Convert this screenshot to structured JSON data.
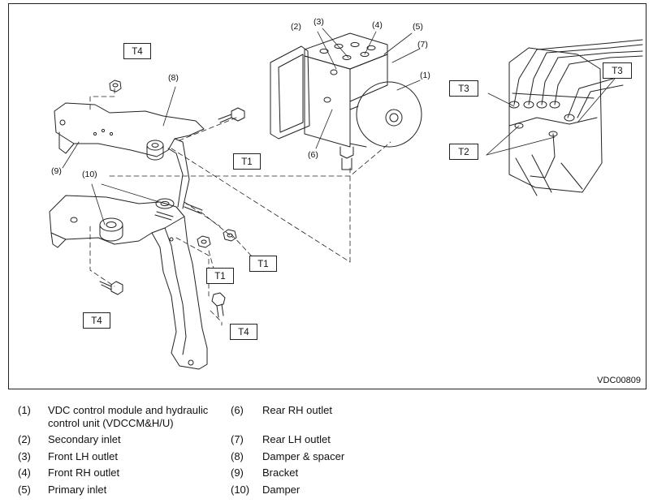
{
  "figure": {
    "code": "VDC00809",
    "callouts": {
      "c1": "(1)",
      "c2": "(2)",
      "c3": "(3)",
      "c4": "(4)",
      "c5": "(5)",
      "c6": "(6)",
      "c7": "(7)",
      "c8": "(8)",
      "c9": "(9)",
      "c10": "(10)"
    },
    "torque_tags": {
      "t4_top": "T4",
      "t1_upper": "T1",
      "t1_right": "T1",
      "t1_lower": "T1",
      "t4_left": "T4",
      "t4_bottom": "T4",
      "t3_left": "T3",
      "t3_right": "T3",
      "t2": "T2"
    }
  },
  "legend": [
    {
      "num": "(1)",
      "text": "VDC control module and hydraulic\ncontrol unit (VDCCM&H/U)"
    },
    {
      "num": "(2)",
      "text": "Secondary inlet"
    },
    {
      "num": "(3)",
      "text": "Front LH outlet"
    },
    {
      "num": "(4)",
      "text": "Front RH outlet"
    },
    {
      "num": "(5)",
      "text": "Primary inlet"
    },
    {
      "num": "(6)",
      "text": "Rear RH outlet"
    },
    {
      "num": "(7)",
      "text": "Rear LH outlet"
    },
    {
      "num": "(8)",
      "text": "Damper & spacer"
    },
    {
      "num": "(9)",
      "text": "Bracket"
    },
    {
      "num": "(10)",
      "text": "Damper"
    }
  ]
}
